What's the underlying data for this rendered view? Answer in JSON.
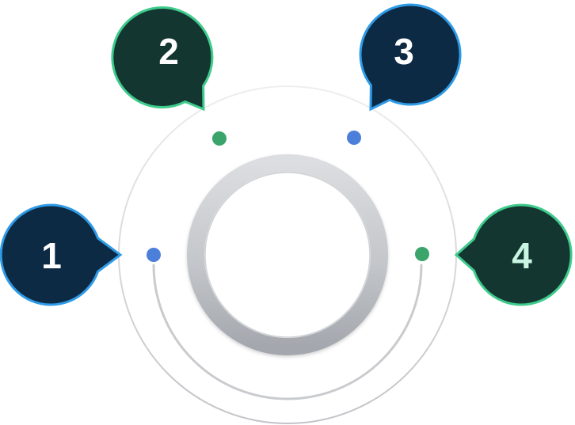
{
  "callouts": [
    {
      "label": "1",
      "fill": "#0d2a45",
      "border": "#2f9be6",
      "text_color": "#ffffff"
    },
    {
      "label": "2",
      "fill": "#143630",
      "border": "#3ecb8c",
      "text_color": "#ffffff"
    },
    {
      "label": "3",
      "fill": "#0d2a45",
      "border": "#2f9be6",
      "text_color": "#ffffff"
    },
    {
      "label": "4",
      "fill": "#143630",
      "border": "#3ecb8c",
      "text_color": "#c9f5e2"
    }
  ],
  "dot_colors": {
    "blue": "#4b7fd9",
    "green": "#3aa46b"
  }
}
